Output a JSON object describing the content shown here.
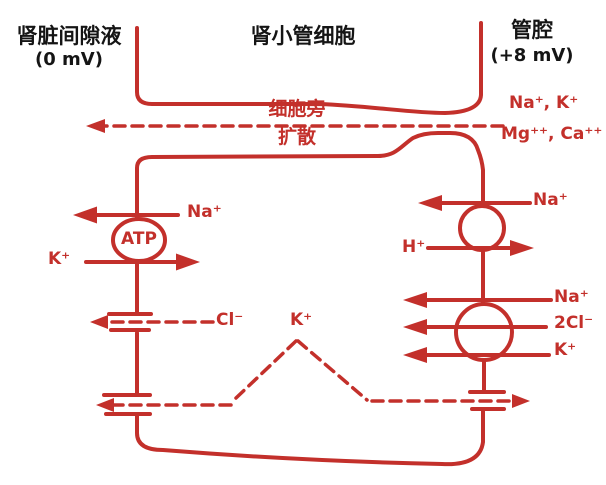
{
  "colors": {
    "diagram_red": "#c3302b",
    "text_black": "#151515",
    "background": "#ffffff"
  },
  "regions": {
    "interstitium_title": "肾脏间隙液",
    "interstitium_potential": "(0 mV)",
    "cell_title": "肾小管细胞",
    "lumen_title": "管腔",
    "lumen_potential": "(+8 mV)"
  },
  "paracellular": {
    "route_label_top": "细胞旁",
    "route_label_bottom": "扩散",
    "diffusing_ions_top": "Na⁺, K⁺",
    "diffusing_ions_bottom": "Mg⁺⁺, Ca⁺⁺"
  },
  "basolateral_membrane": {
    "atp_pump_label": "ATP",
    "sodium_pumped_out": "Na⁺",
    "potassium_pumped_in": "K⁺",
    "chloride_channel_ion": "Cl⁻"
  },
  "cytoplasm": {
    "recycling_potassium": "K⁺"
  },
  "luminal_membrane": {
    "exchanger_sodium_in": "Na⁺",
    "exchanger_proton_out": "H⁺",
    "cotransporter_sodium": "Na⁺",
    "cotransporter_chloride": "2Cl⁻",
    "cotransporter_potassium": "K⁺"
  }
}
